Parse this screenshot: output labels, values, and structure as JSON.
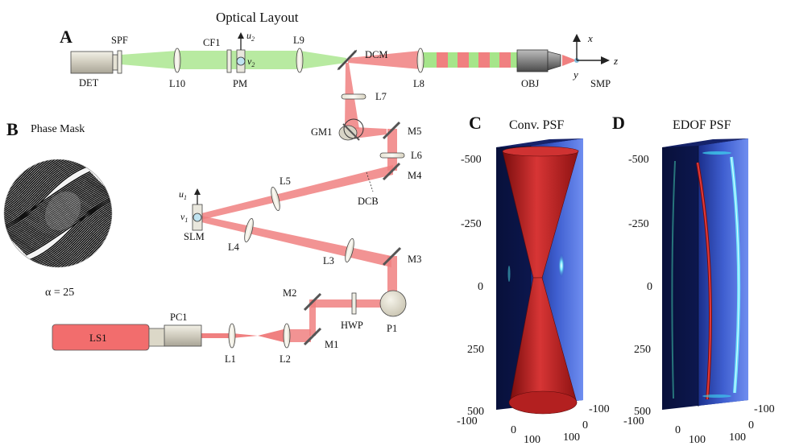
{
  "figure": {
    "title": "Optical Layout",
    "panels": {
      "a": "A",
      "b": "B",
      "c": "C",
      "d": "D"
    }
  },
  "layout_labels": {
    "spf": "SPF",
    "cf1": "CF1",
    "u2": "u",
    "u2_sub": "2",
    "v2": "v",
    "v2_sub": "2",
    "l9": "L9",
    "dcm": "DCM",
    "det": "DET",
    "l10": "L10",
    "pm": "PM",
    "l8": "L8",
    "obj": "OBJ",
    "y": "y",
    "smp": "SMP",
    "x": "x",
    "z": "z",
    "l7": "L7",
    "gm1": "GM1",
    "m5": "M5",
    "l6": "L6",
    "m4": "M4",
    "dcb": "DCB",
    "l5": "L5",
    "u1": "u",
    "u1_sub": "1",
    "v1": "v",
    "v1_sub": "1",
    "slm": "SLM",
    "l4": "L4",
    "l3": "L3",
    "m3": "M3",
    "m2": "M2",
    "hwp": "HWP",
    "p1": "P1",
    "ls1": "LS1",
    "pc1": "PC1",
    "l1": "L1",
    "l2": "L2",
    "m1": "M1"
  },
  "phase_mask": {
    "title": "Phase Mask",
    "alpha_label": "α = 25"
  },
  "psf_conv": {
    "title": "Conv. PSF",
    "z_ticks": [
      "-500",
      "-250",
      "0",
      "250",
      "500"
    ],
    "x_ticks": [
      "-100",
      "0",
      "100"
    ],
    "y_ticks": [
      "-100",
      "0",
      "100"
    ]
  },
  "psf_edof": {
    "title": "EDOF PSF",
    "z_ticks": [
      "-500",
      "-250",
      "0",
      "250",
      "500"
    ],
    "x_ticks": [
      "-100",
      "0",
      "100"
    ],
    "y_ticks": [
      "-100",
      "0",
      "100"
    ]
  },
  "colors": {
    "beam_red": "#f08080",
    "beam_green": "#a6e58a",
    "source_fill": "#f26d6d",
    "psf_red": "#b31919",
    "volume_dark": "#0a1440",
    "fluor_cyan": "#3fd8f0"
  },
  "icons": [
    "lens",
    "mirror",
    "camera",
    "objective",
    "axis-arrow"
  ]
}
